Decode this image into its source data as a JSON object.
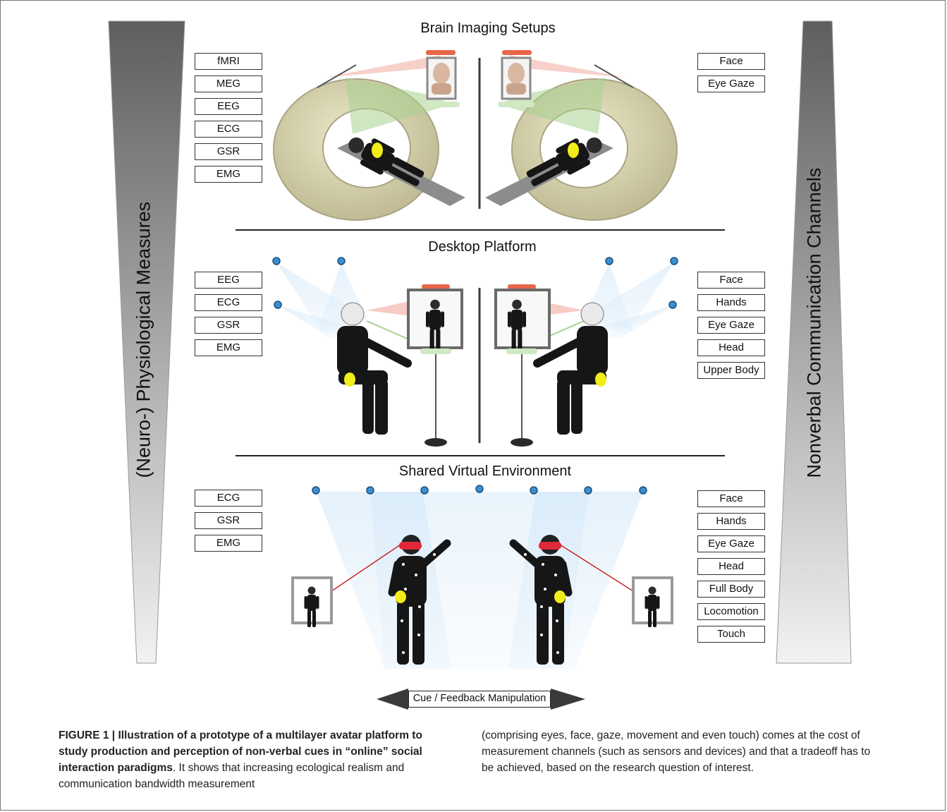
{
  "wedges": {
    "left_label": "(Neuro-) Physiological Measures",
    "right_label": "Nonverbal Communication Channels"
  },
  "sections": {
    "brain": {
      "title": "Brain Imaging Setups",
      "left_labels": [
        "fMRI",
        "MEG",
        "EEG",
        "ECG",
        "GSR",
        "EMG"
      ],
      "right_labels": [
        "Face",
        "Eye Gaze"
      ]
    },
    "desktop": {
      "title": "Desktop Platform",
      "left_labels": [
        "EEG",
        "ECG",
        "GSR",
        "EMG"
      ],
      "right_labels": [
        "Face",
        "Hands",
        "Eye Gaze",
        "Head",
        "Upper Body"
      ]
    },
    "shared": {
      "title": "Shared Virtual Environment",
      "left_labels": [
        "ECG",
        "GSR",
        "EMG"
      ],
      "right_labels": [
        "Face",
        "Hands",
        "Eye Gaze",
        "Head",
        "Full Body",
        "Locomotion",
        "Touch"
      ]
    }
  },
  "cue_label": "Cue / Feedback Manipulation",
  "caption": {
    "figure_label": "FIGURE 1 | ",
    "bold_title": "Illustration of a prototype of a multilayer avatar platform to study production and perception of non-verbal cues in “online” social interaction paradigms",
    "left_rest": ". It shows that increasing ecological realism and communication bandwidth measurement",
    "right_text": "(comprising eyes, face, gaze, movement and even touch) comes at the cost of measurement channels (such as sensors and devices) and that a tradeoff has to be achieved, based on the research question of interest."
  },
  "colors": {
    "wedge_dark": "#5a5a5a",
    "scanner_ring": "#d9d5b0",
    "camera_blue": "#3b8fd0",
    "camera_beam": "#cfe6f8",
    "eye_tracker_red": "#e8664a",
    "sensor_yellow": "#f2ec1a"
  },
  "icons": [
    "person-avatar",
    "mri-scanner",
    "monitor",
    "camera-dot",
    "vr-headset",
    "double-arrow"
  ]
}
